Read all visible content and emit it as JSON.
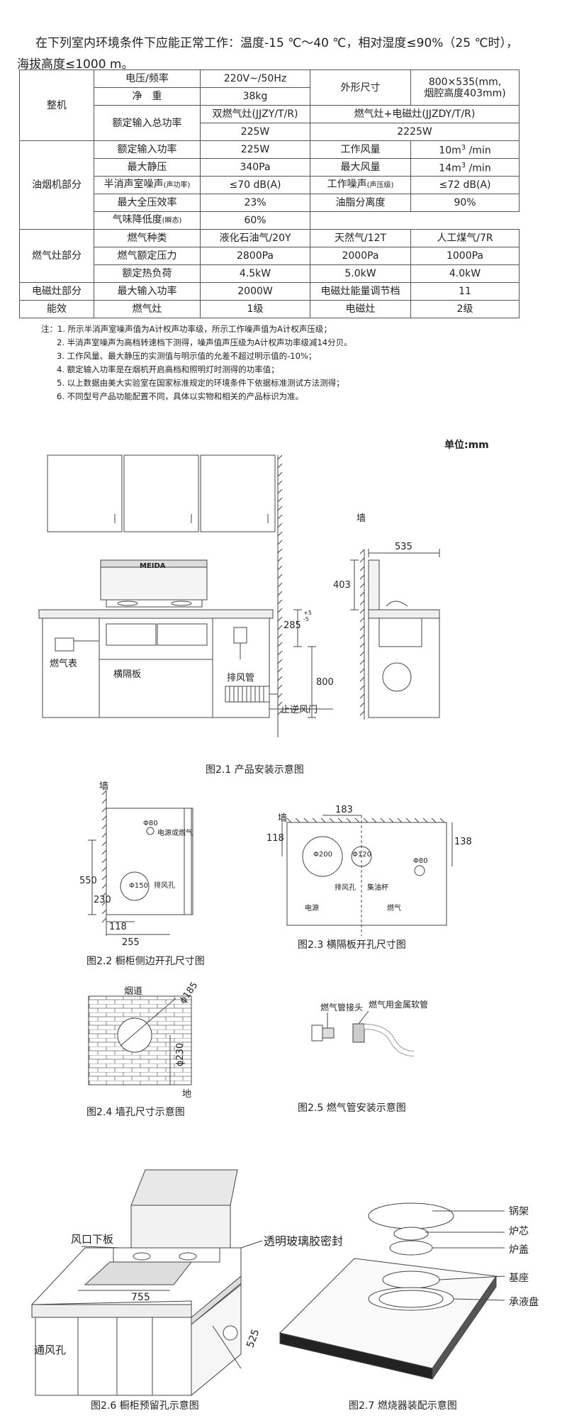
{
  "intro": {
    "line1": "在下列室内环境条件下应能正常工作：温度-15 ℃～40 ℃，相对湿度≤90%（25 ℃时），",
    "line2": "海拔高度≤1000 m。"
  },
  "spec": {
    "whole": {
      "group": "整机",
      "voltage_label": "电压/频率",
      "voltage": "220V~/50Hz",
      "size_label": "外形尺寸",
      "size_1": "800×535(mm,",
      "size_2": "烟腔高度403mm)",
      "weight_label": "净　重",
      "weight": "38kg",
      "power_label": "额定输入总功率",
      "power_a_label": "双燃气灶(JJZY/T/R)",
      "power_b_label": "燃气灶+电磁灶(JJZDY/T/R)",
      "power_a": "225W",
      "power_b": "2225W"
    },
    "hood": {
      "group": "油烟机部分",
      "rows": [
        {
          "l1": "额定输入功率",
          "v1": "225W",
          "l2": "工作风量",
          "v2a": "10m",
          "v2sup": "3",
          "v2b": " /min"
        },
        {
          "l1": "最大静压",
          "v1": "340Pa",
          "l2": "最大风量",
          "v2a": "14m",
          "v2sup": "3",
          "v2b": " /min"
        },
        {
          "l1": "半消声室噪声",
          "l1s": "(声功率)",
          "v1": "≤70  dB(A)",
          "l2": "工作噪声",
          "l2s": "(声压级)",
          "v2a": "≤72  dB(A)"
        },
        {
          "l1": "最大全压效率",
          "v1": "23%",
          "l2": "油脂分离度",
          "v2a": "90%"
        },
        {
          "l1": "气味降低度",
          "l1s": "(瞬态)",
          "v1": "60%"
        }
      ]
    },
    "stove": {
      "group": "燃气灶部分",
      "rows": [
        {
          "label": "燃气种类",
          "a": "液化石油气/20Y",
          "b": "天然气/12T",
          "c": "人工煤气/7R"
        },
        {
          "label": "燃气额定压力",
          "a": "2800Pa",
          "b": "2000Pa",
          "c": "1000Pa"
        },
        {
          "label": "额定热负荷",
          "a": "4.5kW",
          "b": "5.0kW",
          "c": "4.0kW"
        }
      ]
    },
    "induction": {
      "group": "电磁灶部分",
      "l1": "最大输入功率",
      "v1": "2000W",
      "l2": "电磁灶能量调节档",
      "v2": "11"
    },
    "efficiency": {
      "group": "能效",
      "l1": "燃气灶",
      "v1": "1级",
      "l2": "电磁灶",
      "v2": "2级"
    }
  },
  "notes": [
    "注：1.   所示半消声室噪声值为A计权声功率级，所示工作噪声值为A计权声压级；",
    "2.   半消声室噪声为高档转速档下测得，噪声值声压级为A计权声功率级减14分贝。",
    "3.   工作风量、最大静压的实测值与明示值的允差不超过明示值的-10%；",
    "4.   额定输入功率是在烟机开启高档和照明灯时测得的功率值；",
    "5.   以上数据由美大实验室在国家标准规定的环境条件下依据标准测试方法测得；",
    "6.   不同型号产品功能配置不同，具体以实物和相关的产品标识为准。"
  ],
  "fig1": {
    "unit": "单位:mm",
    "wall": "墙",
    "gas_meter": "燃气表",
    "partition": "横隔板",
    "exhaust_pipe": "排风管",
    "check_valve": "止逆风门",
    "dim_285": "285",
    "dim_285_tol": "+5\n-5",
    "dim_800": "800",
    "dim_403": "403",
    "dim_535": "535",
    "brand": "MEIDA",
    "caption": "图2.1  产品安装示意图"
  },
  "fig2": {
    "wall": "墙",
    "d80": "Φ80",
    "power_gas": "电源或燃气",
    "d150": "Φ150",
    "exhaust_hole": "排风孔",
    "dim_550": "550",
    "dim_230": "230",
    "dim_118": "118",
    "dim_255": "255",
    "caption": "图2.2  橱柜侧边开孔尺寸图"
  },
  "fig3": {
    "wall": "墙",
    "dim_183": "183",
    "dim_118": "118",
    "dim_138": "138",
    "d200": "Φ200",
    "d120": "Φ120",
    "d80": "Φ80",
    "exhaust_hole": "排风孔",
    "oil_cup": "集油杯",
    "power": "电源",
    "gas": "燃气",
    "caption": "图2.3  横隔板开孔尺寸图"
  },
  "fig4": {
    "flue": "烟道",
    "d185": "ϕ185",
    "d230": "ϕ230",
    "ground": "地",
    "caption": "图2.4  墙孔尺寸示意图"
  },
  "fig5": {
    "gas_joint": "燃气管接头",
    "gas_hose": "燃气用金属软管",
    "caption": "图2.5  燃气管安装示意图"
  },
  "fig6": {
    "vent_plate": "风口下板",
    "glass_seal": "透明玻璃胶密封",
    "vent_hole": "通风孔",
    "dim_755": "755",
    "dim_525": "525",
    "caption": "图2.6  橱柜预留孔示意图"
  },
  "fig7": {
    "pot_rack": "锅架",
    "core": "炉芯",
    "cover": "炉盖",
    "base": "基座",
    "tray": "承液盘",
    "caption": "图2.7  燃烧器装配示意图"
  }
}
